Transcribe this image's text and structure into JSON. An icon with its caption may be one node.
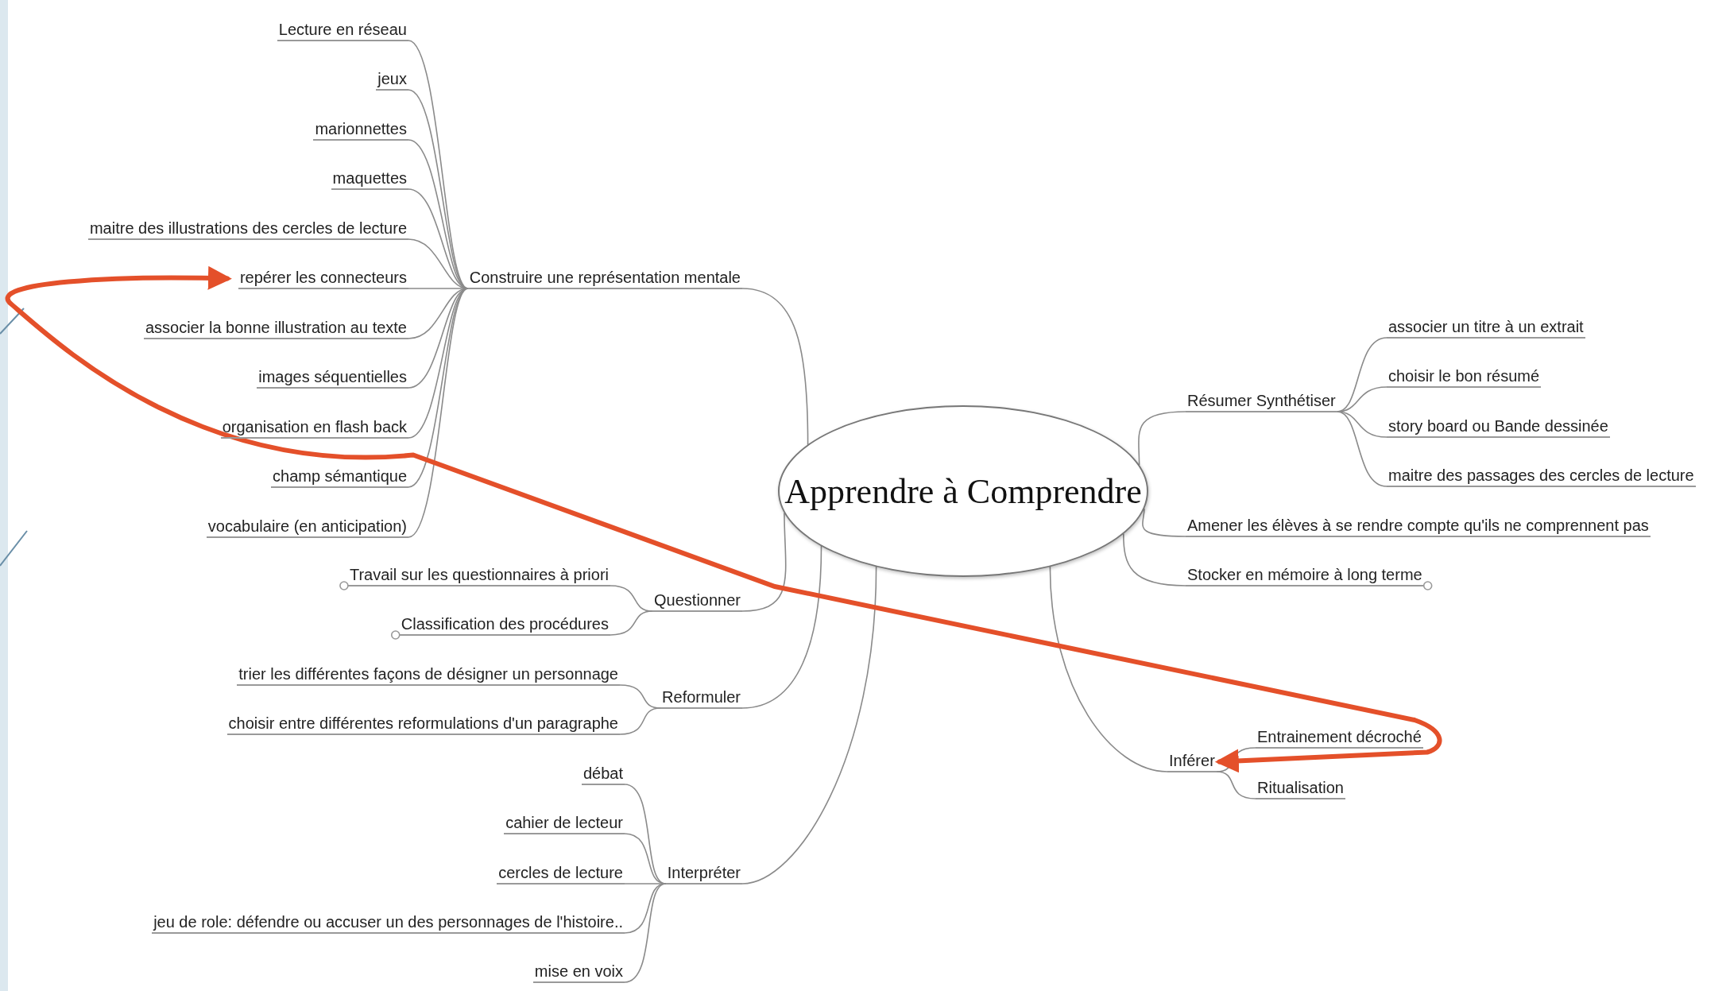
{
  "diagram": {
    "nodes": [
      {
        "text": [
          "Apprendre à Comprendre"
        ]
      },
      {
        "text": [
          "Construire une représentation mentale"
        ]
      },
      {
        "text": [
          "Lecture en réseau"
        ]
      },
      {
        "text": [
          "jeux"
        ]
      },
      {
        "text": [
          "marionnettes"
        ]
      },
      {
        "text": [
          "maquettes"
        ]
      },
      {
        "text": [
          "maitre des illustrations des cercles de lecture"
        ]
      },
      {
        "text": [
          "repérer les connecteurs"
        ]
      },
      {
        "text": [
          "associer la bonne illustration au texte"
        ]
      },
      {
        "text": [
          "images séquentielles"
        ]
      },
      {
        "text": [
          "organisation en flash back"
        ]
      },
      {
        "text": [
          "champ sémantique"
        ]
      },
      {
        "text": [
          "vocabulaire (en anticipation)"
        ]
      },
      {
        "text": [
          "Questionner"
        ]
      },
      {
        "text": [
          "Travail sur les questionnaires à priori"
        ]
      },
      {
        "text": [
          "Classification des procédures"
        ]
      },
      {
        "text": [
          "Reformuler"
        ]
      },
      {
        "text": [
          "trier les différentes façons de désigner un personnage"
        ]
      },
      {
        "text": [
          "choisir entre différentes reformulations d'un paragraphe"
        ]
      },
      {
        "text": [
          "Interpréter"
        ]
      },
      {
        "text": [
          "débat"
        ]
      },
      {
        "text": [
          "cahier de lecteur"
        ]
      },
      {
        "text": [
          "cercles de lecture"
        ]
      },
      {
        "text": [
          "jeu de role: défendre ou accuser un des personnages de l'histoire.."
        ]
      },
      {
        "text": [
          "mise en voix"
        ]
      },
      {
        "text": [
          "Résumer Synthétiser"
        ]
      },
      {
        "text": [
          "associer un titre à un extrait"
        ]
      },
      {
        "text": [
          "choisir le bon résumé"
        ]
      },
      {
        "text": [
          "story board ou Bande dessinée"
        ]
      },
      {
        "text": [
          "maitre des passages des cercles de lecture"
        ]
      },
      {
        "text": [
          "Amener les élèves à se rendre compte qu'ils ne comprennent pas"
        ]
      },
      {
        "text": [
          "Stocker en mémoire à long terme"
        ]
      },
      {
        "text": [
          "Inférer"
        ]
      },
      {
        "text": [
          "Entrainement décroché"
        ]
      },
      {
        "text": [
          "Ritualisation"
        ]
      }
    ],
    "edges": [
      {
        "from": 0,
        "to": 1,
        "arrow": "none"
      },
      {
        "from": 1,
        "to": 2,
        "arrow": "none"
      },
      {
        "from": 1,
        "to": 3,
        "arrow": "none"
      },
      {
        "from": 1,
        "to": 4,
        "arrow": "none"
      },
      {
        "from": 1,
        "to": 5,
        "arrow": "none"
      },
      {
        "from": 1,
        "to": 6,
        "arrow": "none"
      },
      {
        "from": 1,
        "to": 7,
        "arrow": "none"
      },
      {
        "from": 1,
        "to": 8,
        "arrow": "none"
      },
      {
        "from": 1,
        "to": 9,
        "arrow": "none"
      },
      {
        "from": 1,
        "to": 10,
        "arrow": "none"
      },
      {
        "from": 1,
        "to": 11,
        "arrow": "none"
      },
      {
        "from": 1,
        "to": 12,
        "arrow": "none"
      },
      {
        "from": 0,
        "to": 13,
        "arrow": "none"
      },
      {
        "from": 13,
        "to": 14,
        "arrow": "none"
      },
      {
        "from": 13,
        "to": 15,
        "arrow": "none"
      },
      {
        "from": 0,
        "to": 16,
        "arrow": "none"
      },
      {
        "from": 16,
        "to": 17,
        "arrow": "none"
      },
      {
        "from": 16,
        "to": 18,
        "arrow": "none"
      },
      {
        "from": 0,
        "to": 19,
        "arrow": "none"
      },
      {
        "from": 19,
        "to": 20,
        "arrow": "none"
      },
      {
        "from": 19,
        "to": 21,
        "arrow": "none"
      },
      {
        "from": 19,
        "to": 22,
        "arrow": "none"
      },
      {
        "from": 19,
        "to": 23,
        "arrow": "none"
      },
      {
        "from": 19,
        "to": 24,
        "arrow": "none"
      },
      {
        "from": 0,
        "to": 25,
        "arrow": "none"
      },
      {
        "from": 25,
        "to": 26,
        "arrow": "none"
      },
      {
        "from": 25,
        "to": 27,
        "arrow": "none"
      },
      {
        "from": 25,
        "to": 28,
        "arrow": "none"
      },
      {
        "from": 25,
        "to": 29,
        "arrow": "none"
      },
      {
        "from": 0,
        "to": 30,
        "arrow": "none"
      },
      {
        "from": 0,
        "to": 31,
        "arrow": "none"
      },
      {
        "from": 0,
        "to": 32,
        "arrow": "none"
      },
      {
        "from": 32,
        "to": 33,
        "arrow": "none"
      },
      {
        "from": 32,
        "to": 34,
        "arrow": "none"
      },
      {
        "from": 7,
        "to": 32,
        "arrow": "both",
        "style": "thick",
        "color": "#e4502a"
      }
    ]
  }
}
